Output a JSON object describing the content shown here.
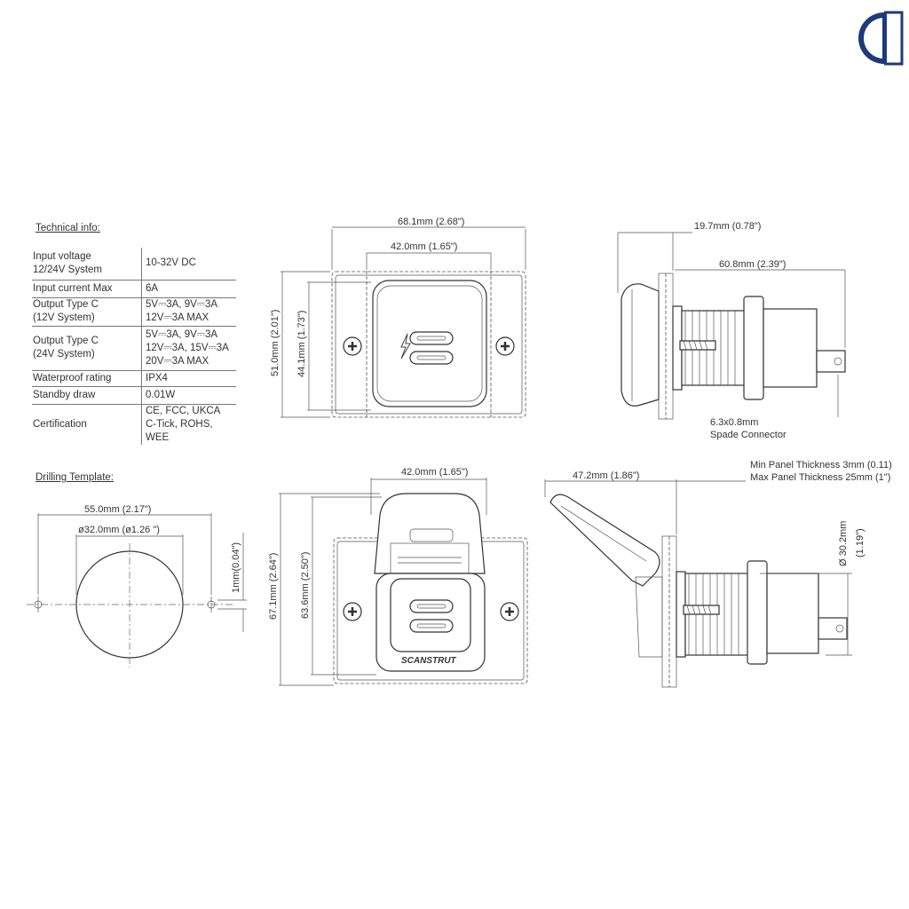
{
  "headings": {
    "technical": "Technical info:",
    "drilling": "Drilling Template:"
  },
  "specs": [
    {
      "label": [
        "Input voltage",
        "12/24V System"
      ],
      "value": [
        "10-32V DC"
      ]
    },
    {
      "label": [
        "Input current Max"
      ],
      "value": [
        "6A"
      ]
    },
    {
      "label": [
        "Output Type C",
        "(12V System)"
      ],
      "value": [
        "5V⎓3A, 9V⎓3A",
        "12V⎓3A MAX"
      ]
    },
    {
      "label": [
        "Output Type C",
        "(24V System)"
      ],
      "value": [
        "5V⎓3A, 9V⎓3A",
        "12V⎓3A, 15V⎓3A",
        "20V⎓3A MAX"
      ]
    },
    {
      "label": [
        "Waterproof rating"
      ],
      "value": [
        "IPX4"
      ]
    },
    {
      "label": [
        "Standby draw"
      ],
      "value": [
        "0.01W"
      ]
    },
    {
      "label": [
        "Certification"
      ],
      "value": [
        "CE, FCC, UKCA",
        "C-Tick, ROHS, WEE"
      ]
    }
  ],
  "dimensions": {
    "front_width": "68.1mm  (2.68\")",
    "front_inner_width": "42.0mm  (1.65\")",
    "front_height": "51.0mm (2.01\")",
    "front_inner_height": "44.1mm (1.73\")",
    "side_depth_front": "19.7mm  (0.78\")",
    "side_depth": "60.8mm  (2.39\")",
    "spade_1": "6.3x0.8mm",
    "spade_2": "Spade Connector",
    "drill_outer": "55.0mm  (2.17\")",
    "drill_hole": "ø32.0mm  (ø1.26 \")",
    "drill_hole_small": "1mm(0.04\")",
    "open_width": "42.0mm  (1.65\")",
    "open_height": "67.1mm (2.64\")",
    "open_inner_height": "63.6mm (2.50\")",
    "open_side_depth": "47.2mm  (1.86\")",
    "panel_min": "Min Panel Thickness 3mm (0.11)",
    "panel_max": "Max Panel Thickness 25mm (1\")",
    "nut_diameter": "Ø 30.2mm",
    "nut_diameter_in": "(1.19\")"
  },
  "brand": "SCANSTRUT",
  "colors": {
    "logo": "#1e3a7b",
    "line": "#444444"
  }
}
